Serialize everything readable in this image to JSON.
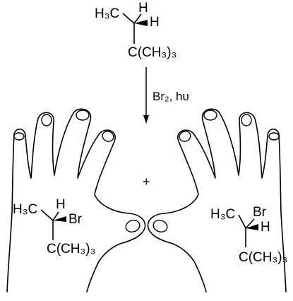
{
  "reactant": {
    "methyl": "H₃C",
    "h_top": "H",
    "h_right": "H",
    "tbutyl": "C(CH₃)₃"
  },
  "conditions": {
    "reagent": "Br₂, hυ"
  },
  "plus": "+",
  "product_left": {
    "methyl": "H₃C",
    "h": "H",
    "br": "Br",
    "tbutyl": "C(CH₃)₃"
  },
  "product_right": {
    "methyl": "H₃C",
    "br": "Br",
    "h": "H",
    "tbutyl": "C(CH₃)₃"
  }
}
